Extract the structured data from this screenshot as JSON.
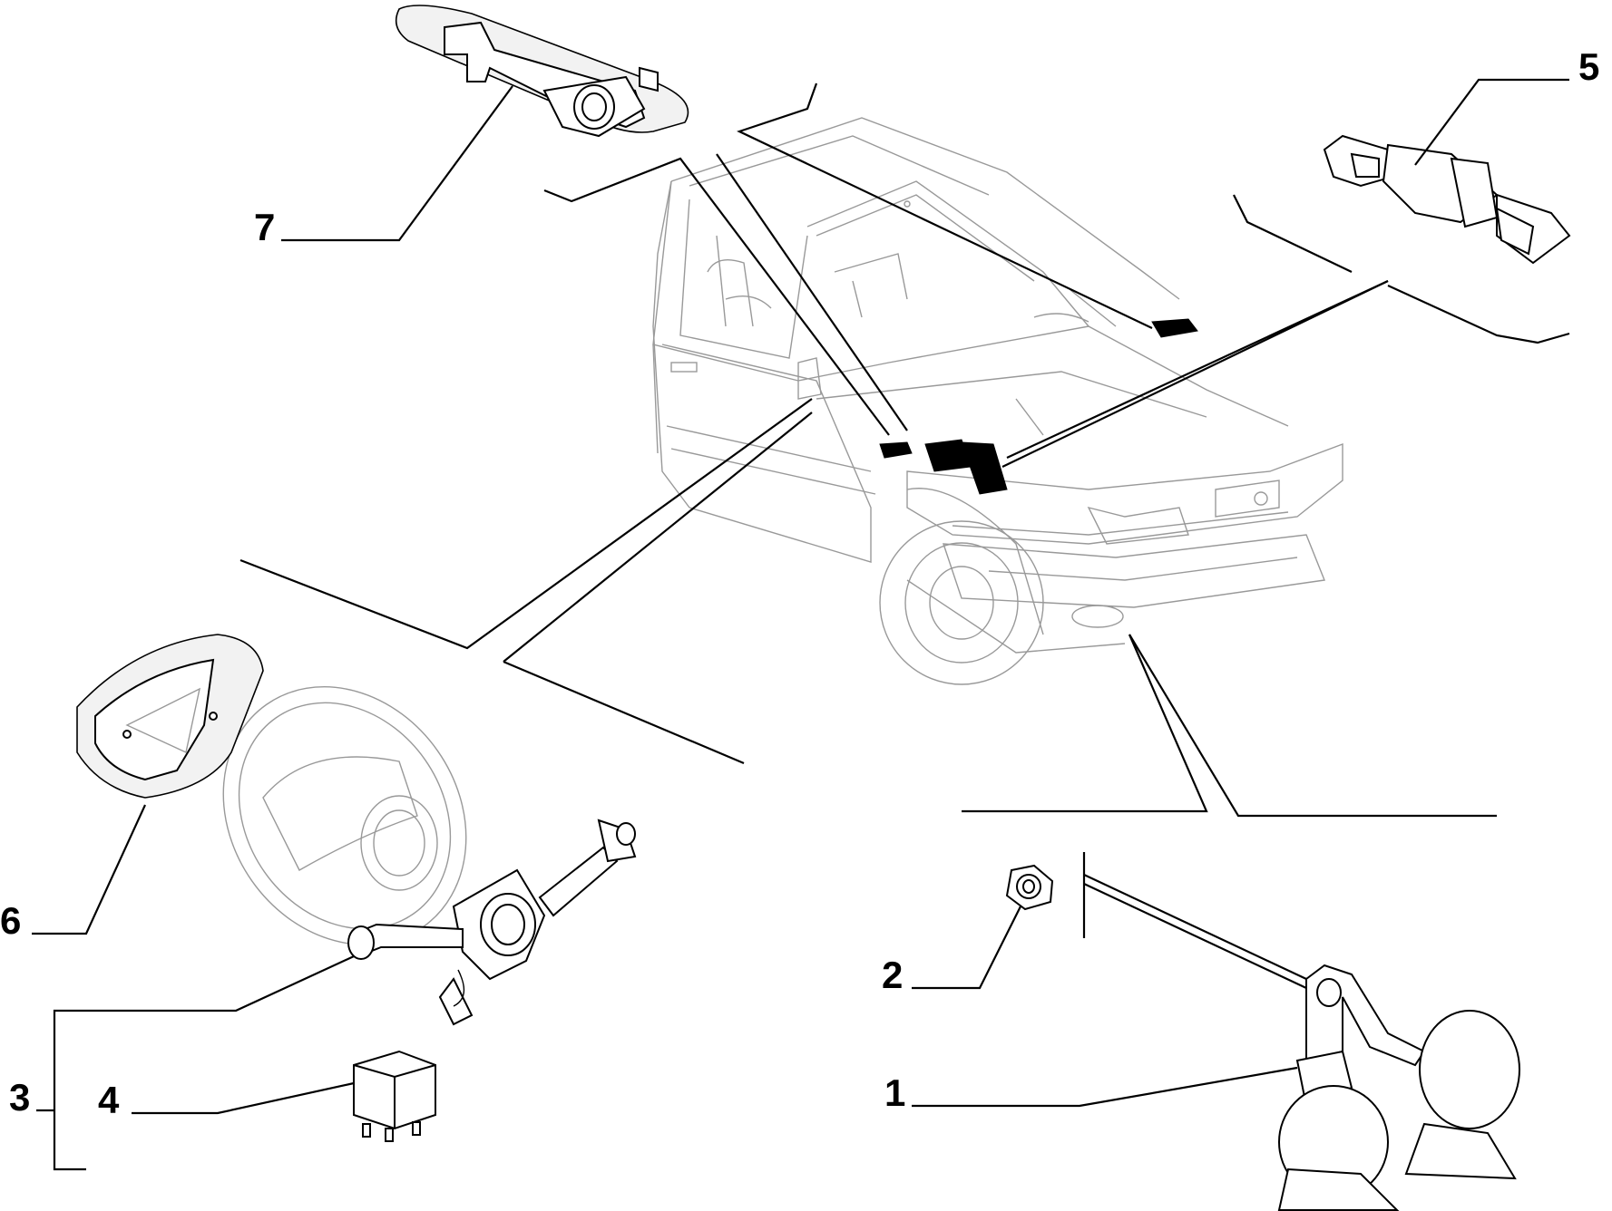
{
  "callouts": {
    "c1": "1",
    "c2": "2",
    "c3": "3",
    "c4": "4",
    "c5": "5",
    "c6": "6",
    "c7": "7"
  },
  "parts": {
    "p1": "horn-pair-icon",
    "p2": "hex-nut-icon",
    "p3": "steering-column-switch-icon",
    "p4": "relay-icon",
    "p5": "brake-light-switch-icon",
    "p6": "horn-button-pad-icon",
    "p7": "switch-bracket-icon",
    "vehicle": "car-outline-icon",
    "wheel": "steering-wheel-icon"
  }
}
